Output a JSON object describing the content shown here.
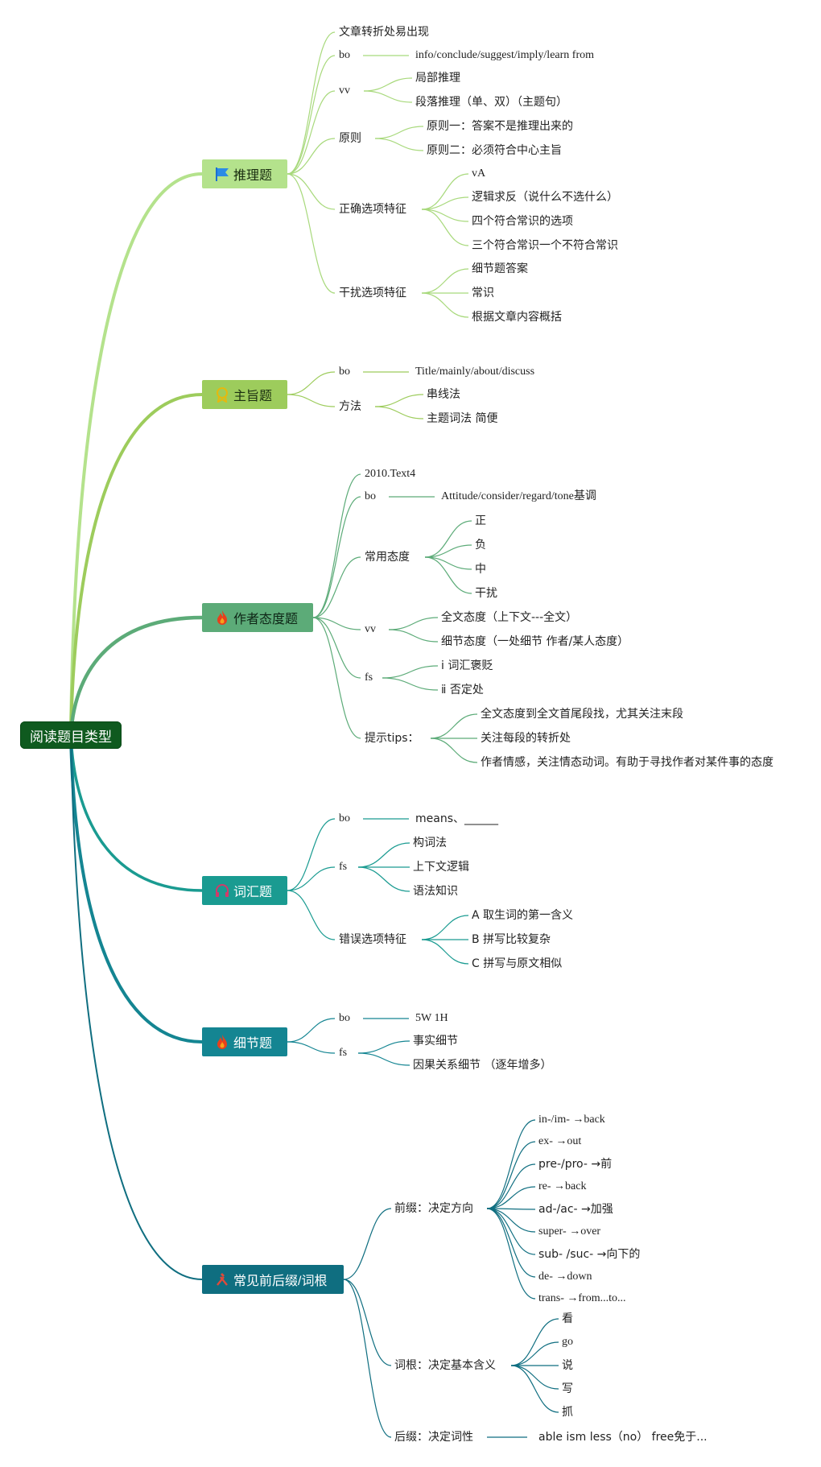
{
  "root": {
    "label": "阅读题目类型"
  },
  "branches": [
    {
      "label": "推理题",
      "icon": "flag-icon",
      "color": "#b4e28c",
      "text_color": "#1a2e10"
    },
    {
      "label": "主旨题",
      "icon": "medal-icon",
      "color": "#9dcc5c",
      "text_color": "#1a2e10"
    },
    {
      "label": "作者态度题",
      "icon": "flame-icon",
      "color": "#5cab78",
      "text_color": "#0e2616"
    },
    {
      "label": "词汇题",
      "icon": "headphones-icon",
      "color": "#1a9b91",
      "text_color": "#ffffff"
    },
    {
      "label": "细节题",
      "icon": "flame-icon",
      "color": "#148592",
      "text_color": "#ffffff"
    },
    {
      "label": "常见前后缀/词根",
      "icon": "tools-icon",
      "color": "#0f6e80",
      "text_color": "#ffffff"
    }
  ],
  "nodes": {
    "b0": {
      "s0": "文章转折处易出现",
      "bo": "bo",
      "bo_val": "info/conclude/suggest/imply/learn from",
      "vv": "vv",
      "vv_1": "局部推理",
      "vv_2": "段落推理（单、双）（主题句）",
      "yz": "原则",
      "yz_1": "原则一：答案不是推理出来的",
      "yz_2": "原则二：必须符合中心主旨",
      "zq": "正确选项特征",
      "zq_1": "vA",
      "zq_2": "逻辑求反（说什么不选什么）",
      "zq_3": "四个符合常识的选项",
      "zq_4": "三个符合常识一个不符合常识",
      "gr": "干扰选项特征",
      "gr_1": "细节题答案",
      "gr_2": "常识",
      "gr_3": "根据文章内容概括"
    },
    "b1": {
      "bo": "bo",
      "bo_val": "Title/mainly/about/discuss",
      "ff": "方法",
      "ff_1": "串线法",
      "ff_2": "主题词法 简便"
    },
    "b2": {
      "s0": "2010.Text4",
      "bo": "bo",
      "bo_val": "Attitude/consider/regard/tone基调",
      "cy": "常用态度",
      "cy_1": "正",
      "cy_2": "负",
      "cy_3": "中",
      "cy_4": "干扰",
      "vv": "vv",
      "vv_1": "全文态度（上下文---全文）",
      "vv_2": "细节态度（一处细节 作者/某人态度）",
      "fs": "fs",
      "fs_1": "ⅰ 词汇褒贬",
      "fs_2": "ⅱ 否定处",
      "ts": "提示tips：",
      "ts_1": "全文态度到全文首尾段找，尤其关注末段",
      "ts_2": "关注每段的转折处",
      "ts_3": "作者情感，关注情态动词。有助于寻找作者对某件事的态度"
    },
    "b3": {
      "bo": "bo",
      "bo_val": "means、______",
      "fs": "fs",
      "fs_1": "构词法",
      "fs_2": "上下文逻辑",
      "fs_3": "语法知识",
      "cw": "错误选项特征",
      "cw_1": "A 取生词的第一含义",
      "cw_2": "B 拼写比较复杂",
      "cw_3": "C 拼写与原文相似"
    },
    "b4": {
      "bo": "bo",
      "bo_val": "5W 1H",
      "fs": "fs",
      "fs_1": "事实细节",
      "fs_2": "因果关系细节 （逐年增多）"
    },
    "b5": {
      "qz": "前缀：决定方向",
      "qz_1": "in-/im- →back",
      "qz_2": "ex- →out",
      "qz_3": "pre-/pro- →前",
      "qz_4": "re- →back",
      "qz_5": "ad-/ac- →加强",
      "qz_6": "super- →over",
      "qz_7": "sub- /suc- →向下的",
      "qz_8": "de- →down",
      "qz_9": "trans- →from...to...",
      "cg": "词根：决定基本含义",
      "cg_1": "看",
      "cg_2": "go",
      "cg_3": "说",
      "cg_4": "写",
      "cg_5": "抓",
      "hz": "后缀：决定词性",
      "hz_1": "able ism less（no） free免于..."
    }
  }
}
